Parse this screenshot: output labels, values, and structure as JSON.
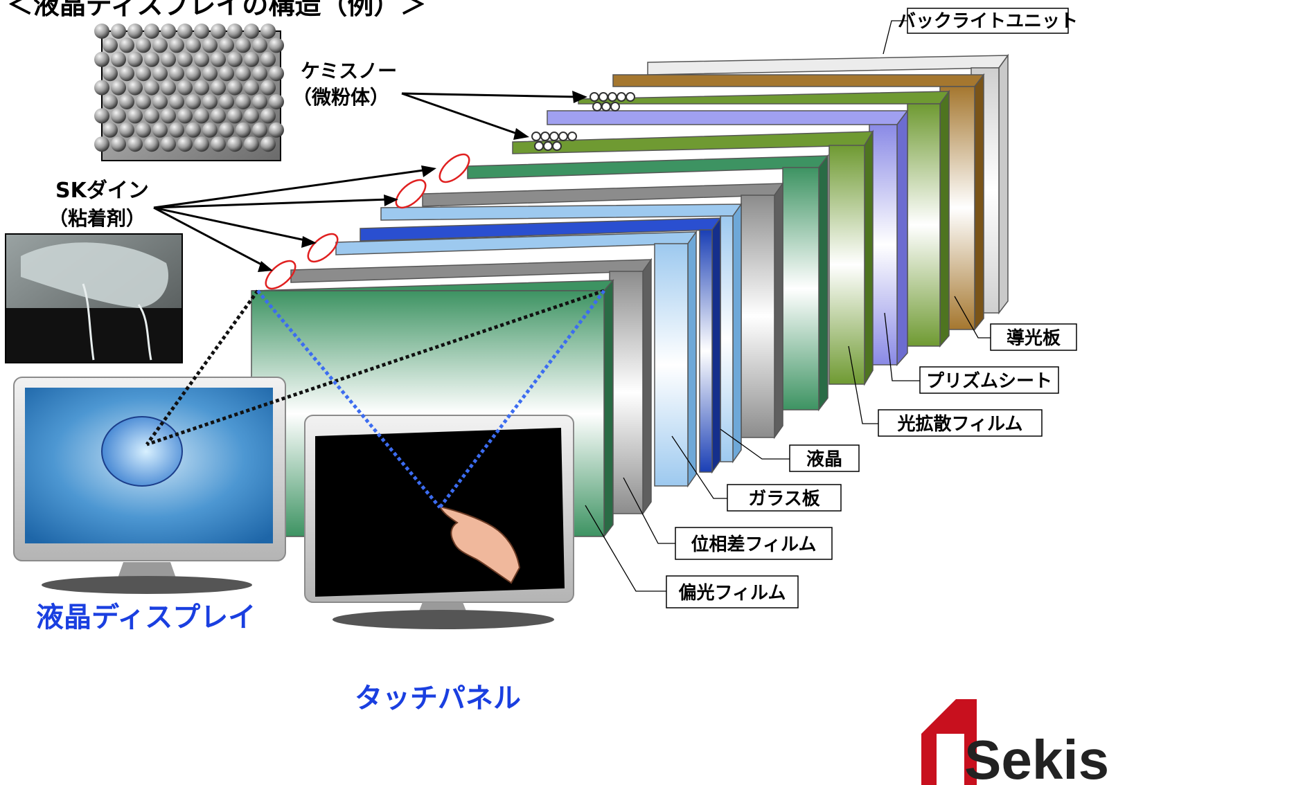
{
  "title": "＜液晶ディスプレイの構造（例）＞",
  "callouts": {
    "chemisnow_name": "ケミスノー",
    "chemisnow_sub": "（微粉体）",
    "skdyne_name": "SKダイン",
    "skdyne_sub": "（粘着剤）"
  },
  "layers": [
    {
      "key": "backlight_unit",
      "label": "バックライトユニット",
      "color": "#e6e6e6"
    },
    {
      "key": "light_guide",
      "label": "導光板",
      "color": "#a5772f"
    },
    {
      "key": "prism_sheet",
      "label": "プリズムシート",
      "color": "#a0a0f0"
    },
    {
      "key": "diffusion_film",
      "label": "光拡散フィルム",
      "color": "#6f9a32"
    },
    {
      "key": "liquid_crystal",
      "label": "液晶",
      "color": "#1a3fb5"
    },
    {
      "key": "glass_plate",
      "label": "ガラス板",
      "color": "#9dc9ef"
    },
    {
      "key": "retardation_film",
      "label": "位相差フィルム",
      "color": "#8c8c8c"
    },
    {
      "key": "polarizing_film",
      "label": "偏光フィルム",
      "color": "#3d9362"
    }
  ],
  "products": {
    "lcd": "液晶ディスプレイ",
    "touch_panel": "タッチパネル"
  },
  "logo": "Sekis"
}
